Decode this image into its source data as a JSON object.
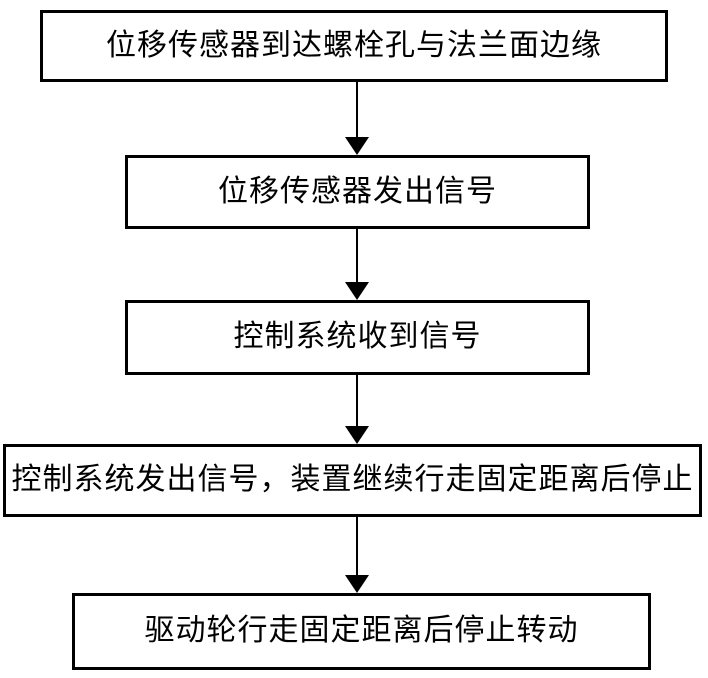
{
  "diagram": {
    "type": "flowchart",
    "direction": "top-to-bottom",
    "steps": [
      {
        "id": 1,
        "label": "位移传感器到达螺栓孔与法兰面边缘"
      },
      {
        "id": 2,
        "label": "位移传感器发出信号"
      },
      {
        "id": 3,
        "label": "控制系统收到信号"
      },
      {
        "id": 4,
        "label": "控制系统发出信号，装置继续行走固定距离后停止"
      },
      {
        "id": 5,
        "label": "驱动轮行走固定距离后停止转动"
      }
    ],
    "connections": [
      {
        "from": 1,
        "to": 2,
        "style": "solid-arrow-down"
      },
      {
        "from": 2,
        "to": 3,
        "style": "solid-arrow-down"
      },
      {
        "from": 3,
        "to": 4,
        "style": "solid-arrow-down"
      },
      {
        "from": 4,
        "to": 5,
        "style": "solid-arrow-down"
      }
    ],
    "colors": {
      "border": "#000000",
      "text": "#000000",
      "background": "#ffffff"
    }
  }
}
